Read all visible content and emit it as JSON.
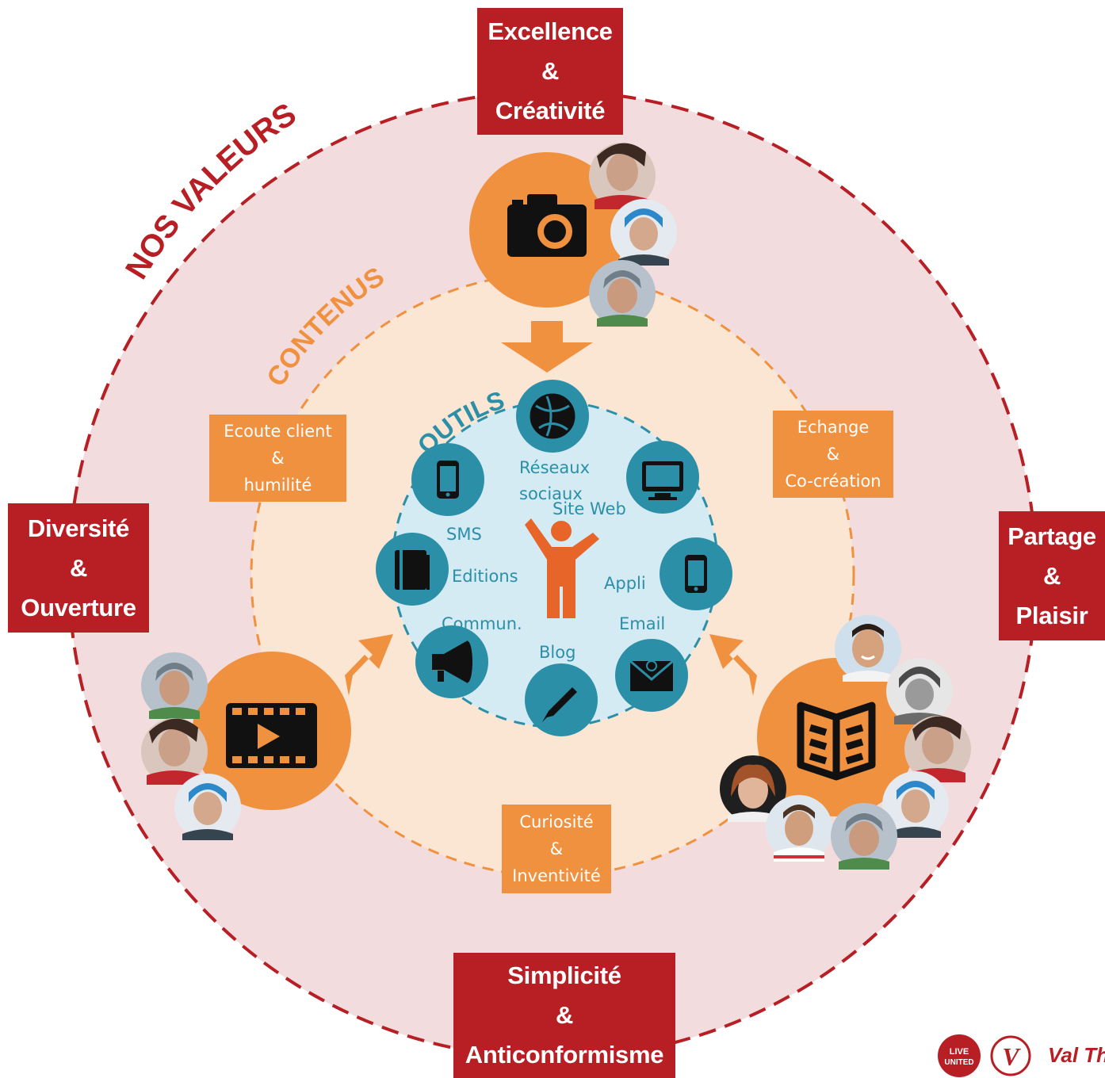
{
  "values": {
    "title": "NOS VALEURS",
    "top": [
      "Excellence",
      "&",
      "Créativité"
    ],
    "left": [
      "Diversité",
      "&",
      "Ouverture"
    ],
    "right": [
      "Partage",
      "&",
      "Plaisir"
    ],
    "bottom": [
      "Simplicité",
      "&",
      "Anticonformisme"
    ]
  },
  "contenus": {
    "title": "CONTENUS",
    "left": [
      "Ecoute client",
      "&",
      "humilité"
    ],
    "right": [
      "Echange",
      "&",
      "Co-création"
    ],
    "bottom": [
      "Curiosité",
      "&",
      "Inventivité"
    ]
  },
  "outils": {
    "title": "OUTILS",
    "labels": {
      "reseaux": [
        "Réseaux",
        "sociaux"
      ],
      "site": "Site Web",
      "sms": "SMS",
      "editions": "Editions",
      "appli": "Appli",
      "commun": "Commun.",
      "email": "Email",
      "blog": "Blog"
    },
    "tools": [
      "globe-icon",
      "monitor-icon",
      "smartphone-icon",
      "envelope-icon",
      "pencil-icon",
      "megaphone-icon",
      "book-icon",
      "smartphone-icon"
    ]
  },
  "content_types": [
    "camera-icon",
    "video-icon",
    "open-book-icon"
  ],
  "footer": {
    "badge_line1": "LIVE",
    "badge_line2": "UNITED",
    "logo_letter": "V",
    "brand_partial": "Val Th"
  },
  "colors": {
    "red": "#b71f25",
    "orange": "#f0913f",
    "teal": "#2b8fa8",
    "outer_fill": "#f2dcdd",
    "middle_fill": "#fbe6d4",
    "inner_fill": "#d5ebf4"
  }
}
